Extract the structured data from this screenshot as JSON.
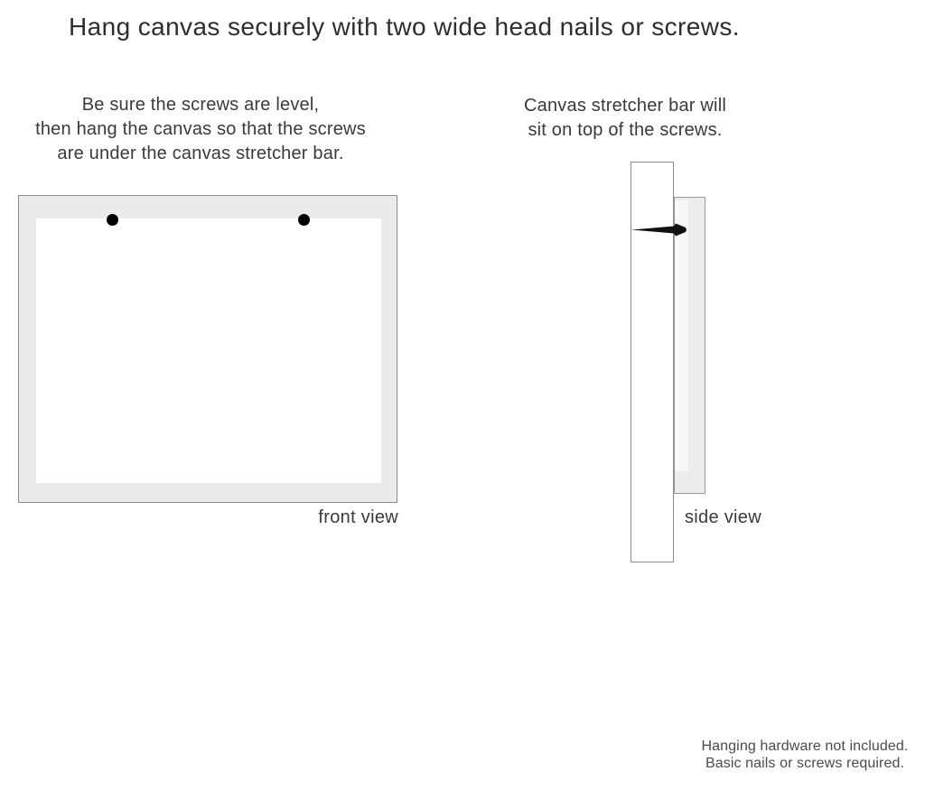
{
  "title": "Hang canvas securely with two wide head nails or screws.",
  "instructions": {
    "front_view": {
      "lines": [
        "Be sure the screws are level,",
        "then hang the canvas so that the screws",
        "are under the canvas stretcher bar."
      ]
    },
    "side_view": {
      "lines": [
        "Canvas stretcher bar will",
        "sit on top of the screws."
      ]
    }
  },
  "diagrams": {
    "front_view": {
      "label": "front view",
      "frame_color": "#ebebeb",
      "canvas_color": "#ffffff",
      "nail_color": "#000000"
    },
    "side_view": {
      "label": "side view",
      "wall_color": "#ffffff",
      "canvas_color": "#ececec",
      "canvas_inner_color": "#f8f8f8",
      "nail_color": "#111111"
    }
  },
  "footnote": {
    "lines": [
      "Hanging hardware not included.",
      "Basic nails or screws required."
    ]
  }
}
